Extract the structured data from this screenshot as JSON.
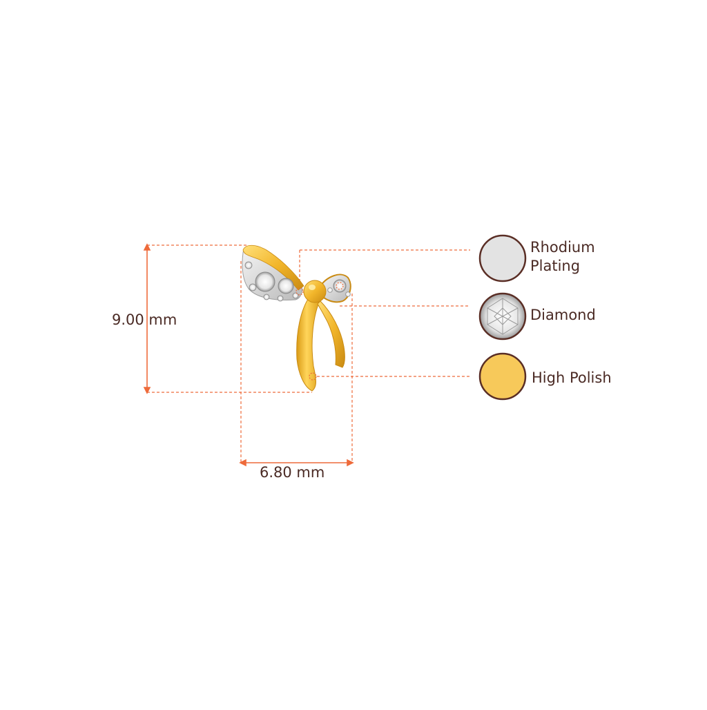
{
  "dimensions": {
    "height_label": "9.00 mm",
    "width_label": "6.80 mm"
  },
  "legend": [
    {
      "line1": "Rhodium",
      "line2": "Plating",
      "swatch": "rhodium-swatch",
      "color": "#e3e3e3"
    },
    {
      "line1": "Diamond",
      "line2": "",
      "swatch": "diamond-swatch",
      "color": "#f4f4f4"
    },
    {
      "line1": "High Polish",
      "line2": "",
      "swatch": "gold-swatch",
      "color": "#f7c95a"
    }
  ],
  "colors": {
    "guide": "#ee6a3a",
    "text": "#4a2a24",
    "swatch_border": "#5a2e25",
    "gold": "#f2b62b",
    "gold_dark": "#c98a12",
    "silver": "#d8d8d8"
  }
}
